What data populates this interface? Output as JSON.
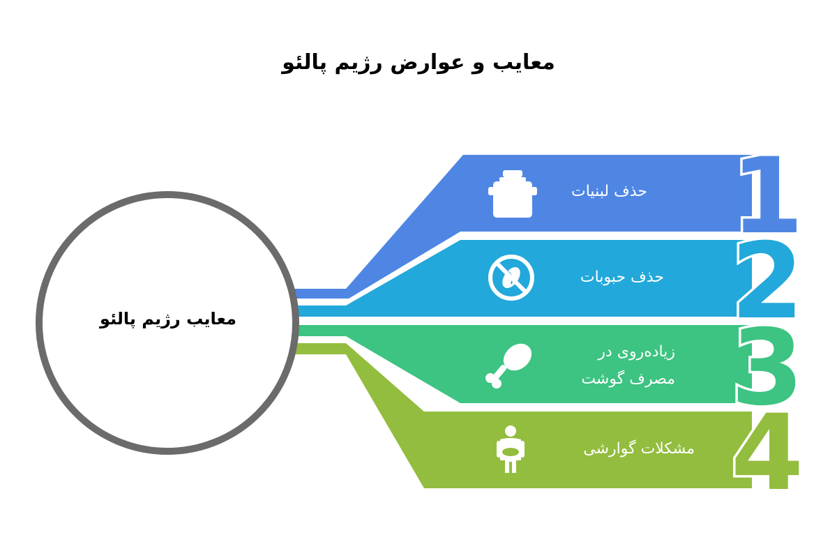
{
  "title": "معایب و عوارض رژیم پالئو",
  "center": {
    "label": "معایب رژیم پالئو"
  },
  "colors": {
    "blue": "#4f86e4",
    "cyan": "#22a8da",
    "green": "#3dc382",
    "lime": "#93bd3e",
    "ring": "#6b6b6b"
  },
  "items": [
    {
      "number": "1",
      "label": "حذف لبنیات",
      "icon": "milk-can-icon"
    },
    {
      "number": "2",
      "label": "حذف حبوبات",
      "icon": "no-beans-icon"
    },
    {
      "number": "3",
      "label_line1": "زیاده‌روی در",
      "label_line2": "مصرف گوشت",
      "icon": "meat-drumstick-icon"
    },
    {
      "number": "4",
      "label": "مشکلات گوارشی",
      "icon": "stomach-ache-person-icon"
    }
  ]
}
